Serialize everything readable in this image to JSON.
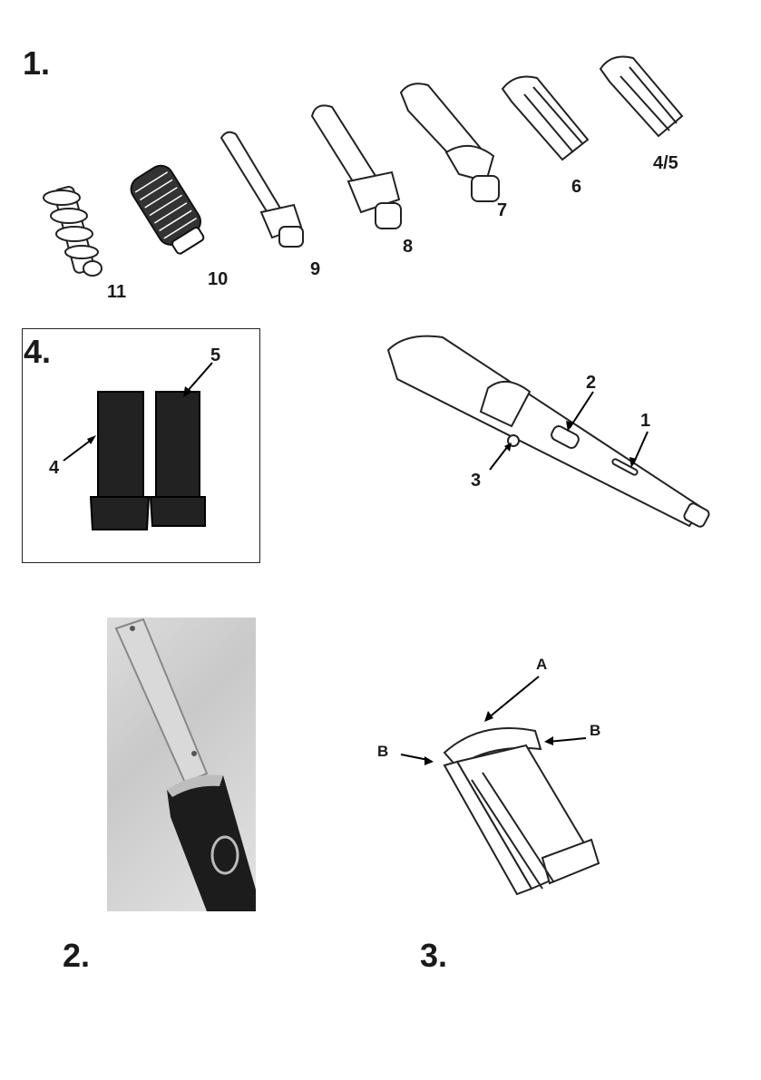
{
  "figures": {
    "fig1": {
      "number": "1.",
      "parts": [
        "11",
        "10",
        "9",
        "8",
        "7",
        "6",
        "4/5"
      ]
    },
    "fig4": {
      "number": "4.",
      "labels": [
        "4",
        "5"
      ]
    },
    "handle": {
      "labels": [
        "1",
        "2",
        "3"
      ]
    },
    "fig2": {
      "number": "2."
    },
    "fig3": {
      "number": "3.",
      "labels": {
        "top": "A",
        "left": "B",
        "right": "B"
      }
    }
  }
}
